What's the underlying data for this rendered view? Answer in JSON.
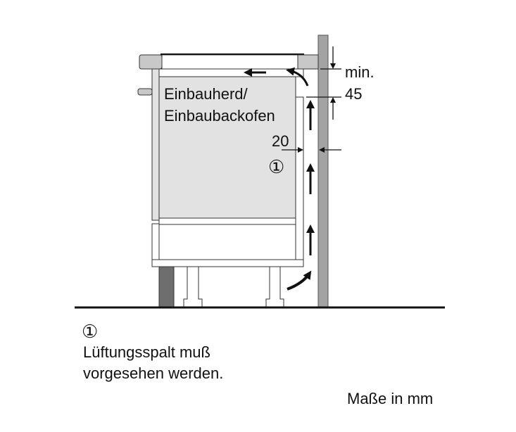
{
  "diagram": {
    "appliance_label_line1": "Einbauherd/",
    "appliance_label_line2": "Einbaubackofen",
    "dim_top_label": "min.",
    "dim_top_value": "45",
    "dim_gap_value": "20",
    "gap_marker": "①"
  },
  "legend": {
    "marker": "①",
    "line1": "Lüftungsspalt muß",
    "line2": "vorgesehen werden."
  },
  "units_note": "Maße in mm",
  "colors": {
    "wall": "#a3a3a3",
    "oven": "#e2e2e2",
    "plinth": "#6e6e6e",
    "counter": "#c8c8c8"
  }
}
